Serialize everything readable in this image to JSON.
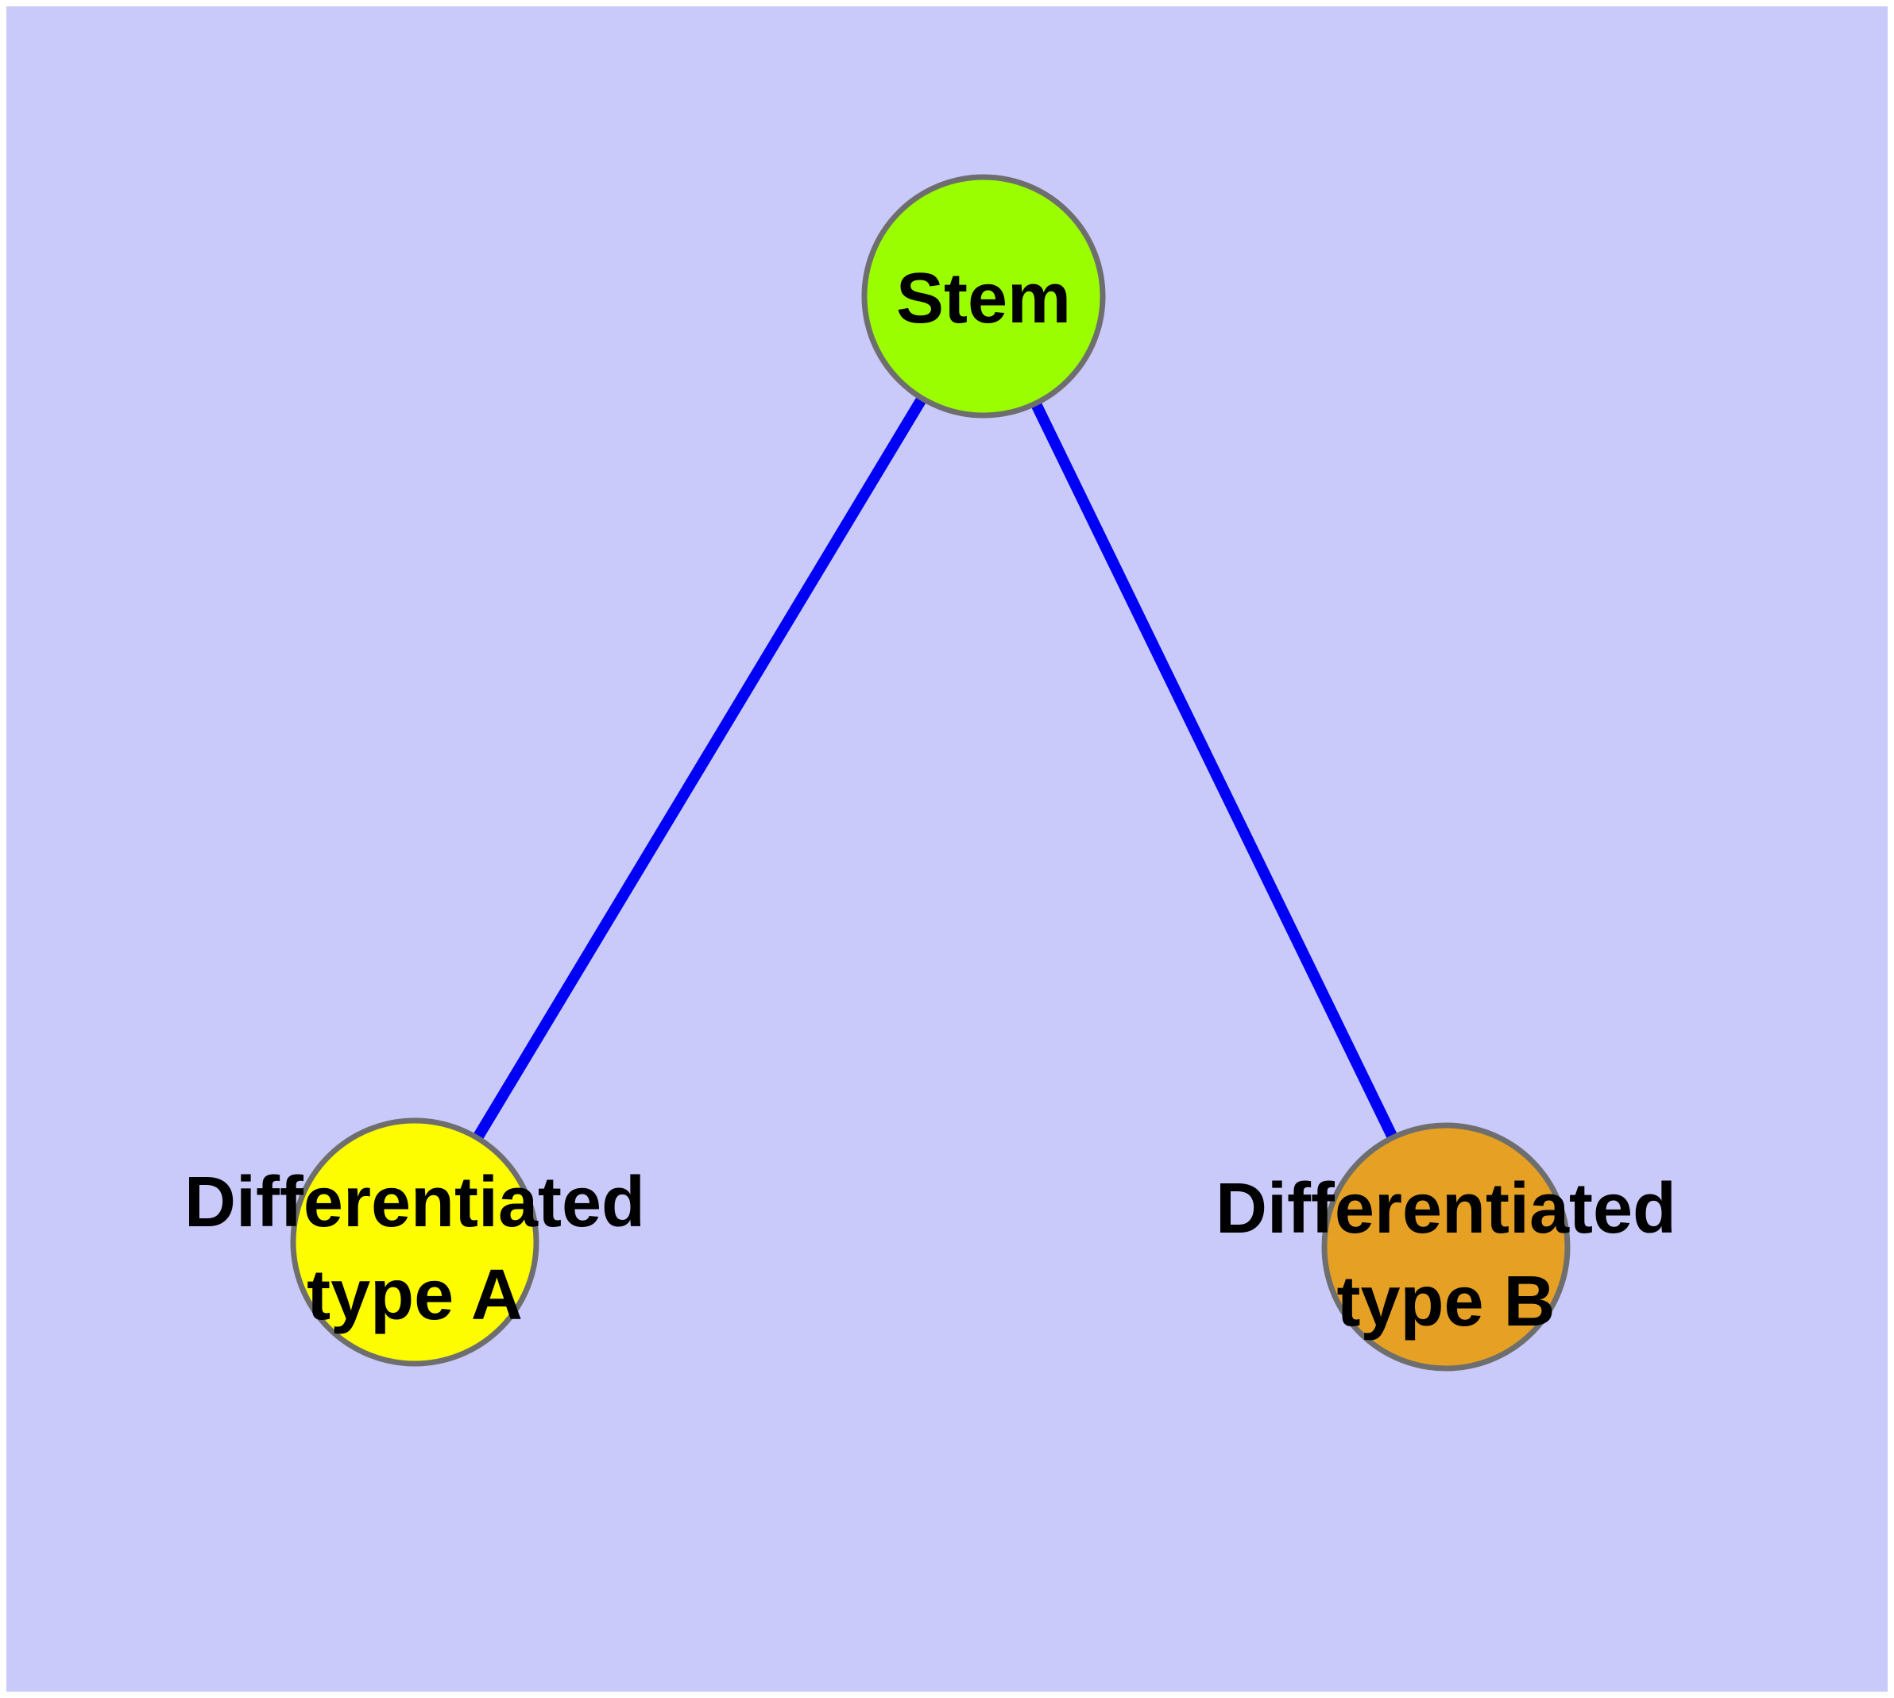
{
  "canvas": {
    "frame_color": "#ffffff",
    "background_color": "#c9c9fa"
  },
  "graph": {
    "edge_color": "#0000f5",
    "node_border_color": "#6e6e6e",
    "label_color": "#000000",
    "nodes": {
      "stem": {
        "label": "Stem",
        "fill": "#9afe00"
      },
      "type_a": {
        "label": "Differentiated type A",
        "label_line1": "Differentiated",
        "label_line2": "type A",
        "fill": "#fdfd00"
      },
      "type_b": {
        "label": "Differentiated type B",
        "label_line1": "Differentiated",
        "label_line2": "type B",
        "fill": "#e6a124"
      }
    },
    "edges": [
      {
        "from": "Stem",
        "to": "Differentiated type A"
      },
      {
        "from": "Stem",
        "to": "Differentiated type B"
      }
    ]
  }
}
